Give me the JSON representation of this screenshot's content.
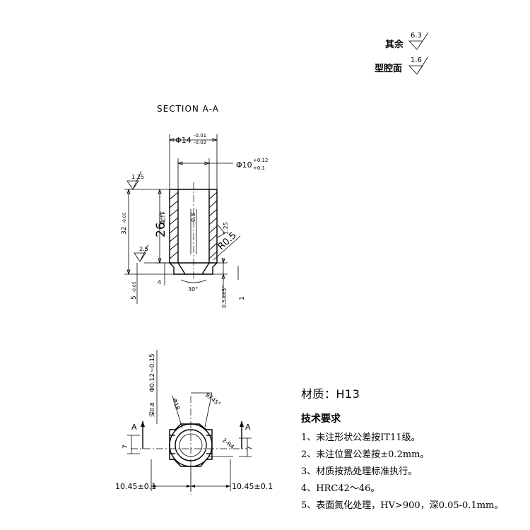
{
  "roughness_legend": [
    {
      "label": "其余",
      "value": "6.3"
    },
    {
      "label": "型腔面",
      "value": "1.6"
    }
  ],
  "section_title": "SECTION A-A",
  "section_dims": {
    "outer_dia": "Φ14",
    "outer_tol_upper": "-0.01",
    "outer_tol_lower": "-0.02",
    "inner_dia": "Φ10",
    "inner_tol_upper": "+0.12",
    "inner_tol_lower": "+0.1",
    "length_total": "32",
    "length_total_tol": "-0.05",
    "length_26": "26",
    "length_26_note": "配作",
    "inner_note": "0.8",
    "radius": "R0.5",
    "chamfer_angle": "30°",
    "dim_4": "4",
    "dim_5": "5",
    "dim_5_tol": "-0.05",
    "chamfer": "0.5X45°",
    "dim_1": "1",
    "rough_top": "1.25",
    "rough_mid": "2.5",
    "rough_inner": "1.25"
  },
  "plan_dims": {
    "depth_note": "深0.8",
    "flat_note": "Φ0.12~0.15",
    "dia_18": "Φ18",
    "chamfer_8": "8X45°",
    "radius_r4": "2-R4",
    "dim_7_left": "7",
    "dim_7_right": "7",
    "dim_left": "10.45±0.1",
    "dim_right": "10.45±0.1",
    "section_mark_left": "A",
    "section_mark_right": "A"
  },
  "material_label": "材质：H13",
  "requirements_title": "技术要求",
  "requirements": [
    "1、未注形状公差按IT11级。",
    "2、未注位置公差按±0.2mm。",
    "3、材质按热处理标准执行。",
    "4、HRC42～46。",
    "5、表面氮化处理，HV>900，深0.05-0.1mm。"
  ]
}
